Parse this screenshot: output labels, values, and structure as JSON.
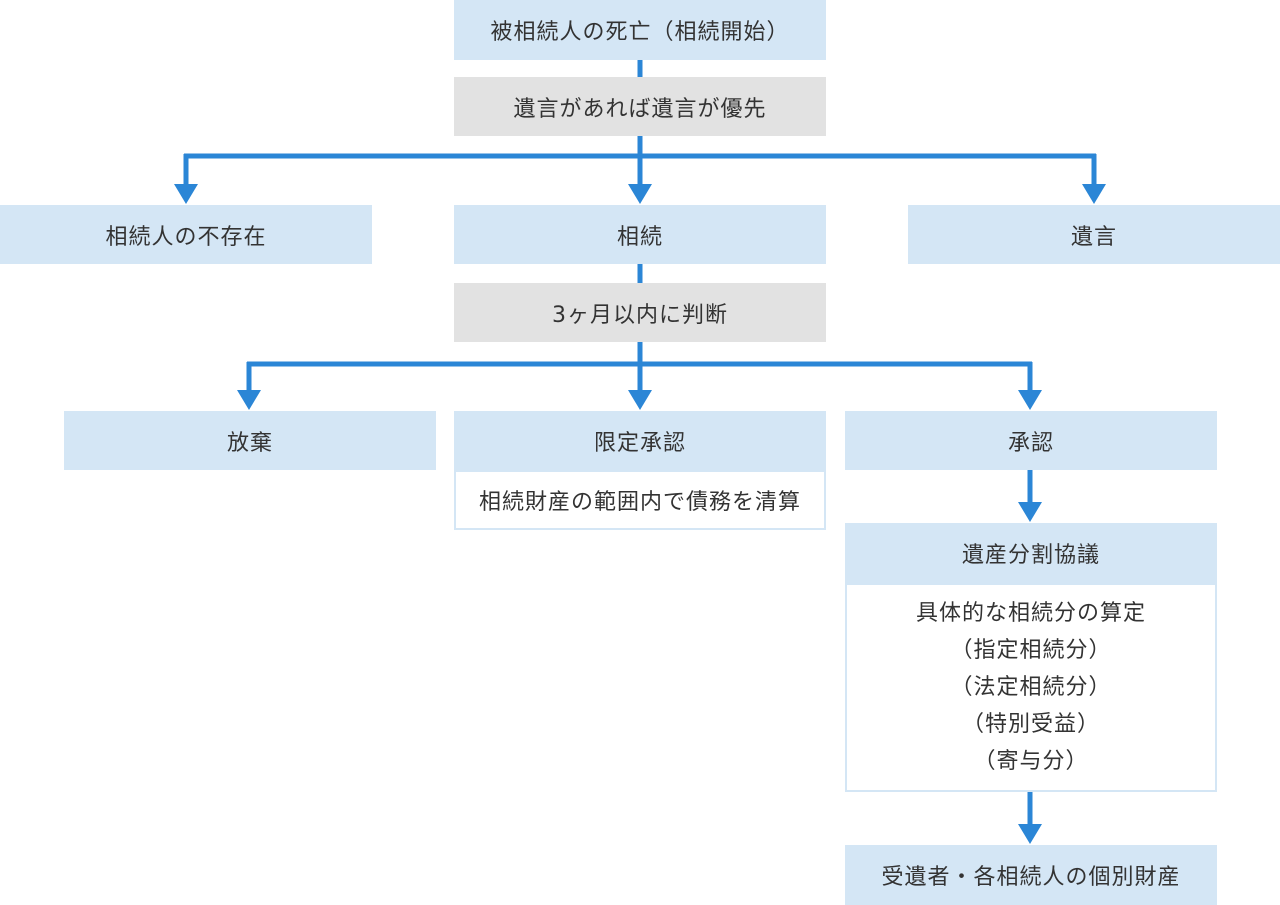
{
  "colors": {
    "node_fill": "#d4e6f5",
    "condition_fill": "#e2e2e2",
    "connector": "#2b86d6"
  },
  "nodes": {
    "death": "被相続人の死亡（相続開始）",
    "will_priority": "遺言があれば遺言が優先",
    "no_heir": "相続人の不存在",
    "inheritance": "相続",
    "will": "遺言",
    "decide_3months": "3ヶ月以内に判断",
    "renounce": "放棄",
    "limited_acceptance": "限定承認",
    "limited_acceptance_note": "相続財産の範囲内で債務を清算",
    "acceptance": "承認",
    "division_agreement": "遺産分割協議",
    "division_details": [
      "具体的な相続分の算定",
      "（指定相続分）",
      "（法定相続分）",
      "（特別受益）",
      "（寄与分）"
    ],
    "final_assets": "受遺者・各相続人の個別財産"
  }
}
